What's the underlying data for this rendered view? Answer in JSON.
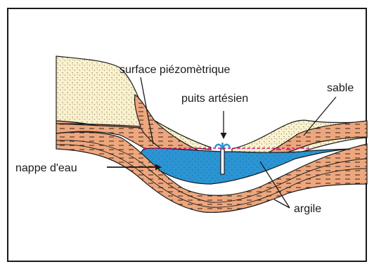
{
  "labels": {
    "piezometric_surface": "surface piézomètrique",
    "artesian_well": "puits artésien",
    "sand": "sable",
    "aquifer": "nappe d'eau",
    "clay": "argile"
  },
  "colors": {
    "sand": "#fbf2cd",
    "clay": "#eda77e",
    "water": "#2b95d4",
    "piezometric_line": "#e6007e",
    "outline": "#1a1a1a"
  }
}
